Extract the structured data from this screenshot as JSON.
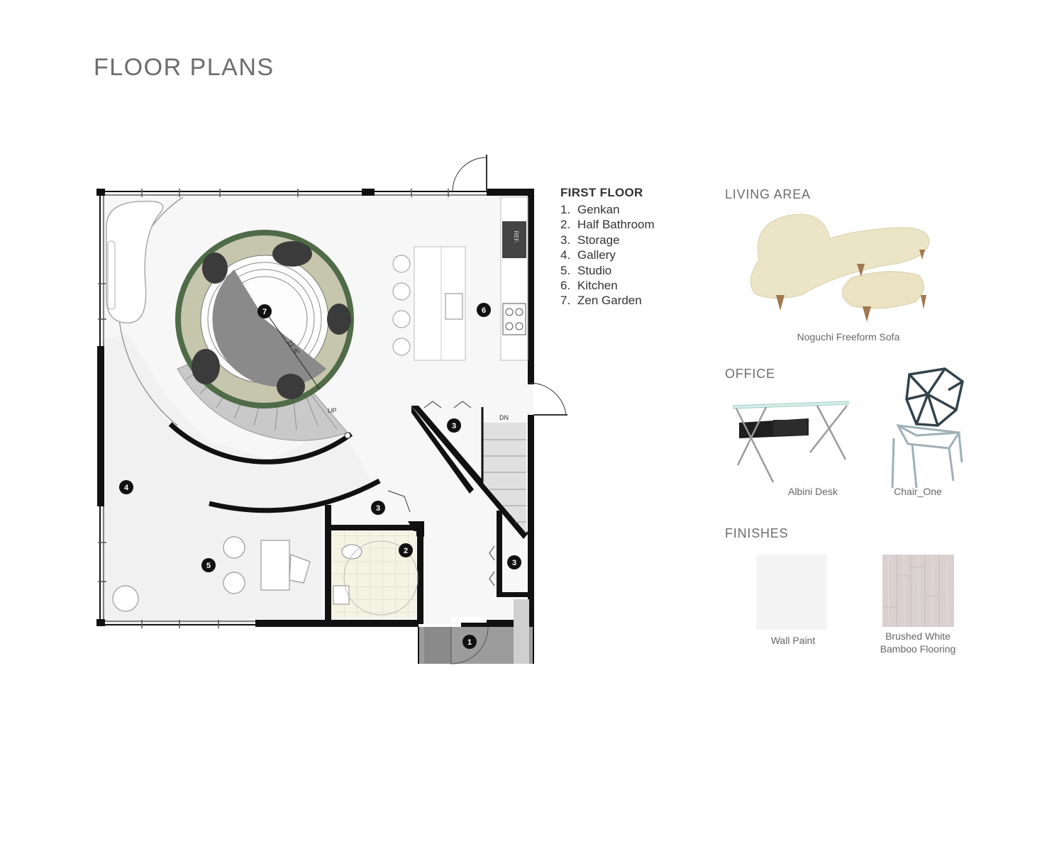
{
  "page": {
    "title": "FLOOR PLANS"
  },
  "legend": {
    "title": "FIRST FLOOR",
    "items": [
      {
        "num": "1.",
        "label": "Genkan"
      },
      {
        "num": "2.",
        "label": "Half Bathroom"
      },
      {
        "num": "3.",
        "label": "Storage"
      },
      {
        "num": "4.",
        "label": "Gallery"
      },
      {
        "num": "5.",
        "label": "Studio"
      },
      {
        "num": "6.",
        "label": "Kitchen"
      },
      {
        "num": "7.",
        "label": "Zen Garden"
      }
    ]
  },
  "plan": {
    "room_markers": [
      "1",
      "2",
      "3",
      "3",
      "3",
      "4",
      "5",
      "6",
      "7"
    ],
    "labels": {
      "up": "UP",
      "down": "DN",
      "fridge": "REF.",
      "dimension": "21'-6\""
    }
  },
  "living_area": {
    "title": "LIVING AREA",
    "items": [
      {
        "name": "Noguchi Freeform Sofa"
      }
    ]
  },
  "office": {
    "title": "OFFICE",
    "items": [
      {
        "name": "Albini Desk"
      },
      {
        "name": "Chair_One"
      }
    ]
  },
  "finishes": {
    "title": "FINISHES",
    "items": [
      {
        "name": "Wall Paint",
        "color": "#f3f4f3"
      },
      {
        "name": "Brushed White Bamboo Flooring",
        "line1": "Brushed White",
        "line2": "Bamboo Flooring",
        "color": "#d9d0cf"
      }
    ]
  },
  "colors": {
    "wall": "#111111",
    "garden_ring": "#4f6b48",
    "garden_gravel": "#c6c6ad",
    "garden_center": "#8a8a8a",
    "title_gray": "#6d6d6d"
  }
}
